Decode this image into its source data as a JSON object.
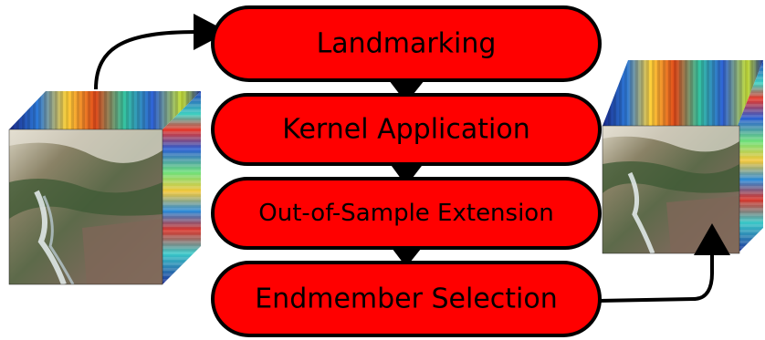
{
  "steps": [
    {
      "label": "Landmarking"
    },
    {
      "label": "Kernel Application"
    },
    {
      "label": "Out-of-Sample Extension"
    },
    {
      "label": "Endmember Selection"
    }
  ],
  "colors": {
    "box_fill": "#ff0000",
    "box_stroke": "#000000",
    "arrow": "#000000"
  },
  "images": {
    "input_cube": "hyperspectral-data-cube-icon",
    "output_cube": "hyperspectral-data-cube-icon"
  }
}
